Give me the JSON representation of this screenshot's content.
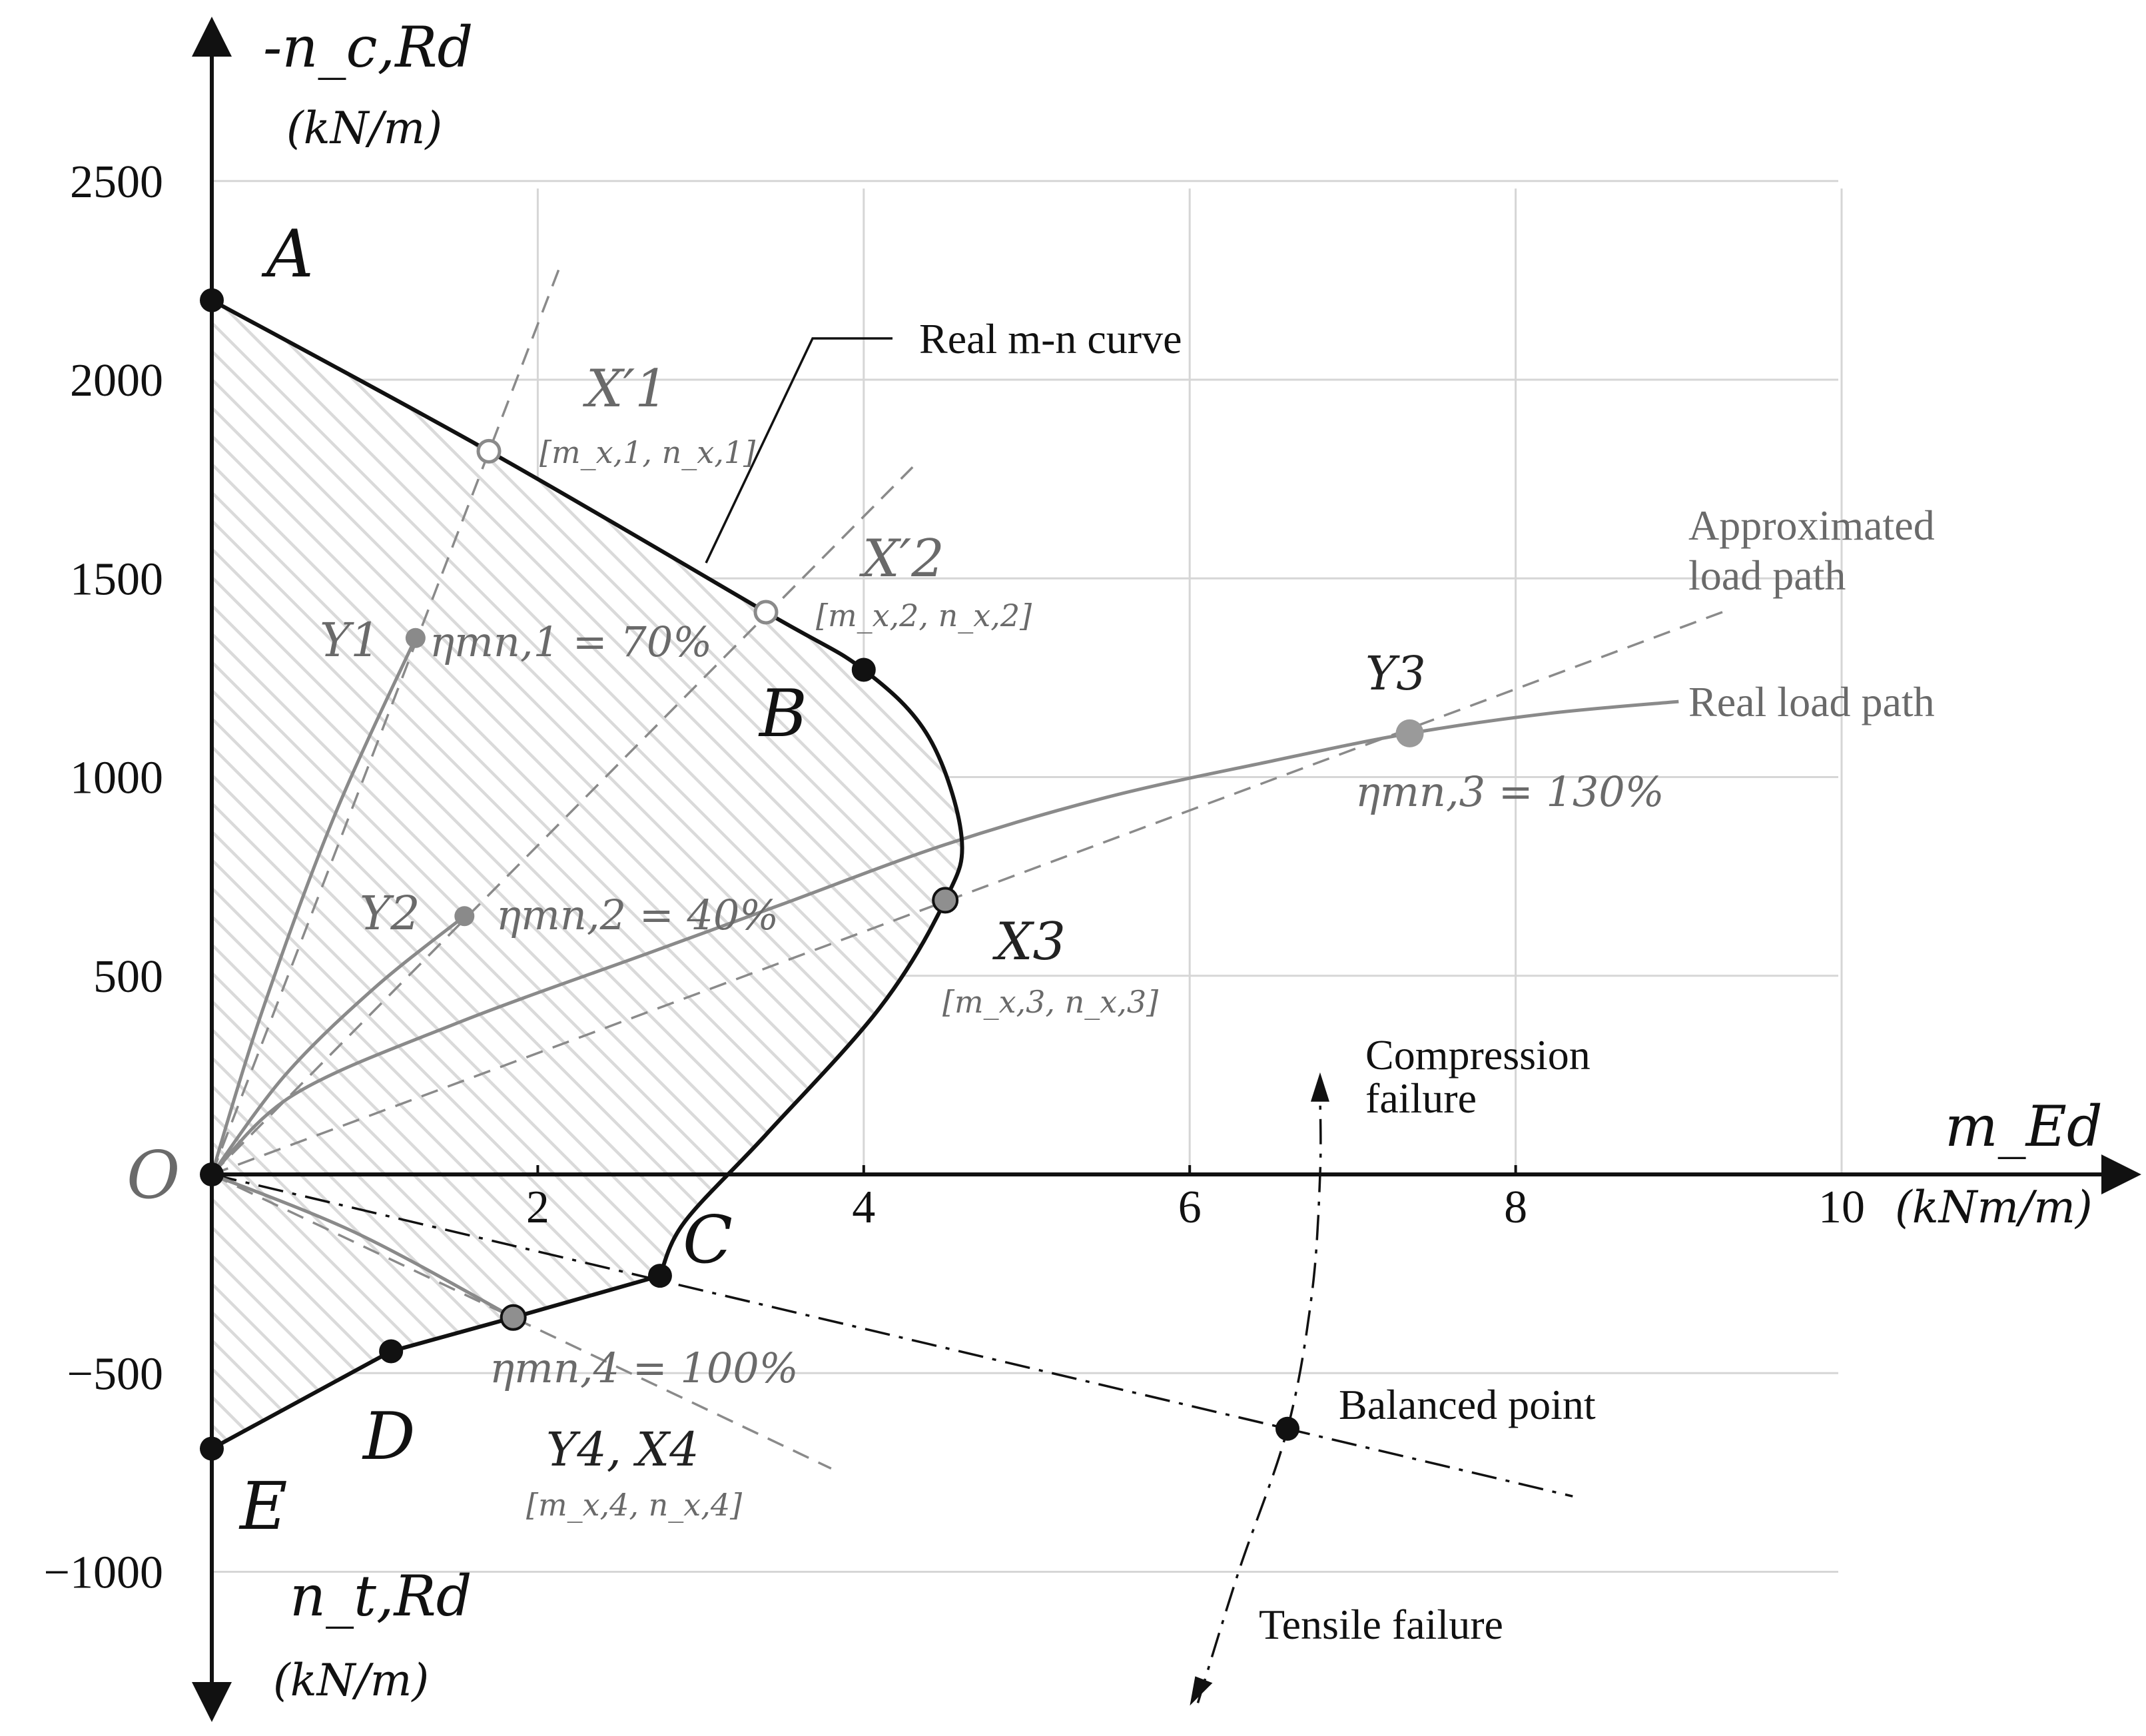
{
  "chart_data": {
    "type": "line",
    "xlabel": "m_Ed",
    "xunit": "(kNm/m)",
    "ylabel_top": "-n_c,Rd",
    "yunit_top": "(kN/m)",
    "ylabel_bottom": "n_t,Rd",
    "yunit_bottom": "(kN/m)",
    "xlim": [
      0,
      10
    ],
    "ylim": [
      -1000,
      2500
    ],
    "x_ticks": [
      "2",
      "4",
      "6",
      "8",
      "10"
    ],
    "y_ticks": [
      "2500",
      "2000",
      "1500",
      "1000",
      "500",
      "0",
      "−500",
      "−1000"
    ],
    "origin_label": "O",
    "grid": true,
    "series": [
      {
        "name": "Real m-n curve",
        "style": "solid-black",
        "points": [
          [
            0,
            2200
          ],
          [
            1.7,
            1820
          ],
          [
            3.4,
            1415
          ],
          [
            4.0,
            1270
          ],
          [
            4.4,
            1100
          ],
          [
            4.6,
            850
          ],
          [
            4.5,
            690
          ],
          [
            4.1,
            420
          ],
          [
            3.4,
            100
          ],
          [
            2.9,
            -120
          ],
          [
            2.75,
            -255
          ],
          [
            1.85,
            -360
          ],
          [
            1.1,
            -445
          ],
          [
            0,
            -690
          ]
        ]
      },
      {
        "name": "Real load path",
        "style": "solid-gray",
        "points": [
          [
            0,
            0
          ],
          [
            0.5,
            200
          ],
          [
            1.5,
            380
          ],
          [
            2.7,
            560
          ],
          [
            3.5,
            680
          ],
          [
            4.5,
            830
          ],
          [
            5.5,
            950
          ],
          [
            6.5,
            1040
          ],
          [
            7.35,
            1110
          ],
          [
            8.2,
            1160
          ],
          [
            9.0,
            1190
          ]
        ]
      },
      {
        "name": "Real load path Y1",
        "style": "solid-gray",
        "points": [
          [
            0,
            0
          ],
          [
            0.3,
            400
          ],
          [
            0.75,
            900
          ],
          [
            1.25,
            1350
          ]
        ]
      },
      {
        "name": "Real load path Y2",
        "style": "solid-gray",
        "points": [
          [
            0,
            0
          ],
          [
            0.45,
            250
          ],
          [
            1.0,
            470
          ],
          [
            1.55,
            650
          ]
        ]
      },
      {
        "name": "Real load path Y4",
        "style": "solid-gray",
        "points": [
          [
            0,
            0
          ],
          [
            0.9,
            -150
          ],
          [
            1.85,
            -360
          ]
        ]
      }
    ],
    "approx_lines": [
      {
        "x2": 2.15,
        "y2": 2300
      },
      {
        "x2": 4.3,
        "y2": 1780
      },
      {
        "x2": 9.3,
        "y2": 1420
      },
      {
        "x2": 3.8,
        "y2": -740
      }
    ],
    "balanced_line": {
      "x2": 8.35,
      "y2": -810
    },
    "failure_curve": {
      "points": [
        [
          6.05,
          -1330
        ],
        [
          6.3,
          -1000
        ],
        [
          6.6,
          -640
        ],
        [
          6.75,
          -300
        ],
        [
          6.8,
          0
        ],
        [
          6.8,
          200
        ]
      ]
    },
    "points": {
      "A": {
        "x": 0,
        "y": 2200,
        "label": "A"
      },
      "B": {
        "x": 4.0,
        "y": 1270,
        "label": "B"
      },
      "C": {
        "x": 2.75,
        "y": -255,
        "label": "C"
      },
      "D": {
        "x": 1.1,
        "y": -445,
        "label": "D"
      },
      "E": {
        "x": 0,
        "y": -690,
        "label": "E"
      },
      "O": {
        "x": 0,
        "y": 0
      },
      "X1": {
        "x": 1.7,
        "y": 1820,
        "label": "X′1",
        "bracket": "[m_x,1, n_x,1]"
      },
      "X2": {
        "x": 3.4,
        "y": 1415,
        "label": "X′2",
        "bracket": "[m_x,2, n_x,2]"
      },
      "X3": {
        "x": 4.5,
        "y": 690,
        "label": "X3",
        "bracket": "[m_x,3, n_x,3]"
      },
      "Y1": {
        "x": 1.25,
        "y": 1350,
        "label": "Y1"
      },
      "Y2": {
        "x": 1.55,
        "y": 650,
        "label": "Y2"
      },
      "Y3": {
        "x": 7.35,
        "y": 1110,
        "label": "Y3"
      },
      "Y4": {
        "x": 1.85,
        "y": -360,
        "label": "Y4, X4",
        "bracket": "[m_x,4, n_x,4]"
      },
      "Balanced": {
        "x": 6.6,
        "y": -640
      }
    },
    "annotations": {
      "eta1": "ηmn,1 = 70%",
      "eta2": "ηmn,2 = 40%",
      "eta3": "ηmn,3 = 130%",
      "eta4": "ηmn,4 = 100%",
      "real_mn": "Real m-n curve",
      "approx_1": "Approximated",
      "approx_2": "load path",
      "real_load": "Real load path",
      "compression_1": "Compression",
      "compression_2": "failure",
      "tensile": "Tensile failure",
      "balanced": "Balanced point"
    },
    "colors": {
      "black": "#111111",
      "gray": "#8a8a8a",
      "grid": "#d6d6d6",
      "hatch": "#d9d9d9"
    }
  }
}
